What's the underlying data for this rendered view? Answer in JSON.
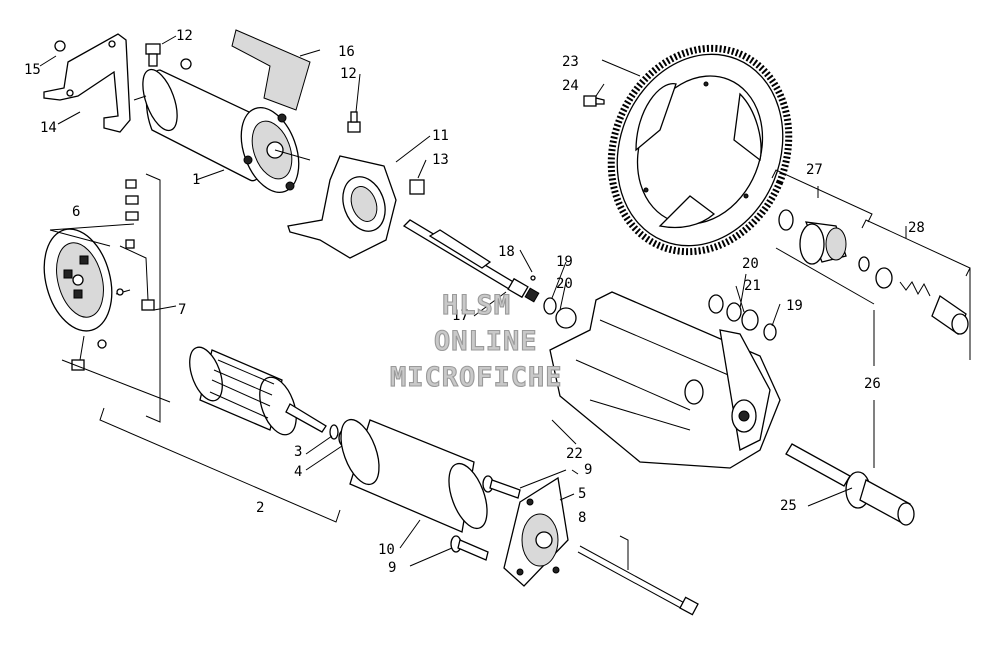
{
  "callouts": [
    {
      "label": "1"
    },
    {
      "label": "2"
    },
    {
      "label": "3"
    },
    {
      "label": "4"
    },
    {
      "label": "5"
    },
    {
      "label": "6"
    },
    {
      "label": "7"
    },
    {
      "label": "8"
    },
    {
      "label": "9"
    },
    {
      "label": "9"
    },
    {
      "label": "10"
    },
    {
      "label": "11"
    },
    {
      "label": "12"
    },
    {
      "label": "12"
    },
    {
      "label": "13"
    },
    {
      "label": "14"
    },
    {
      "label": "15"
    },
    {
      "label": "16"
    },
    {
      "label": "17"
    },
    {
      "label": "18"
    },
    {
      "label": "19"
    },
    {
      "label": "19"
    },
    {
      "label": "20"
    },
    {
      "label": "20"
    },
    {
      "label": "21"
    },
    {
      "label": "22"
    },
    {
      "label": "23"
    },
    {
      "label": "24"
    },
    {
      "label": "25"
    },
    {
      "label": "26"
    },
    {
      "label": "27"
    },
    {
      "label": "28"
    }
  ],
  "watermark": {
    "line1": "HLSM",
    "line2": "ONLINE",
    "line3": "MICROFICHE"
  },
  "colors": {
    "line": "#000000",
    "background": "#ffffff",
    "watermark_fill": "#c9c9c9"
  }
}
